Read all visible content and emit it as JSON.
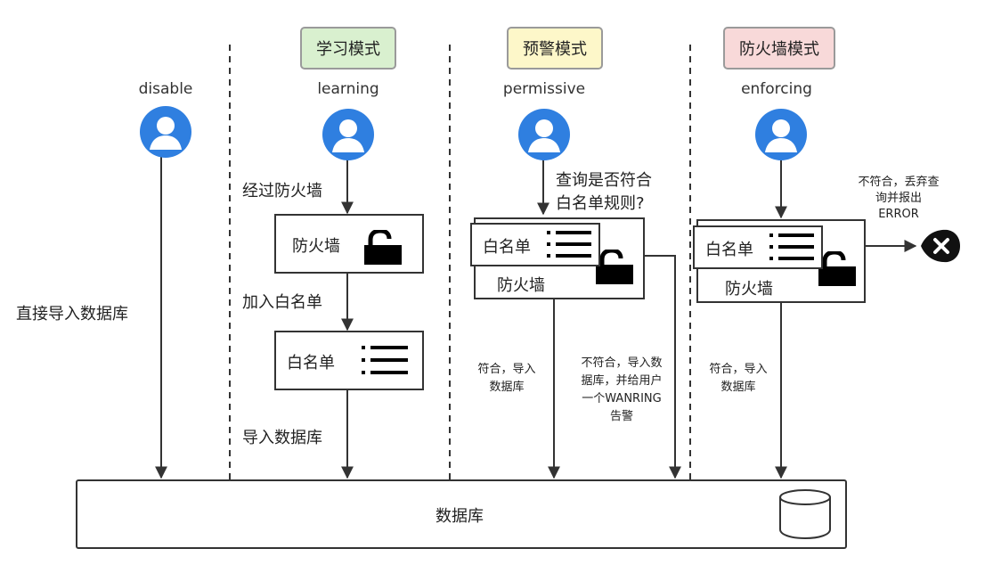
{
  "modes": [
    {
      "en": "disable",
      "zh": ""
    },
    {
      "en": "learning",
      "zh": "学习模式",
      "color": "#d9f0cf"
    },
    {
      "en": "permissive",
      "zh": "预警模式",
      "color": "#fdf7c9"
    },
    {
      "en": "enforcing",
      "zh": "防火墙模式",
      "color": "#f8d9d9"
    }
  ],
  "disable": {
    "direct": "直接导入数据库"
  },
  "learning": {
    "step1": "经过防火墙",
    "firewall": "防火墙",
    "step2": "加入白名单",
    "whitelist": "白名单",
    "step3": "导入数据库"
  },
  "permissive": {
    "query": "查询是否符合\n白名单规则?",
    "whitelist": "白名单",
    "firewall": "防火墙",
    "match": "符合，导入\n数据库",
    "nomatch": "不符合，导入数\n据库，并给用户\n一个WANRING\n告警"
  },
  "enforcing": {
    "whitelist": "白名单",
    "firewall": "防火墙",
    "match": "符合，导入\n数据库",
    "reject": "不符合，丢弃查\n询并报出\nERROR"
  },
  "database": {
    "label": "数据库"
  },
  "icons": {
    "user": "user-avatar-icon",
    "lock": "lock-icon",
    "list": "list-icon",
    "error": "error-x-icon",
    "database": "database-cylinder-icon"
  },
  "colors": {
    "avatar": "#2f7fe0",
    "line": "#333333",
    "error": "#111111"
  }
}
